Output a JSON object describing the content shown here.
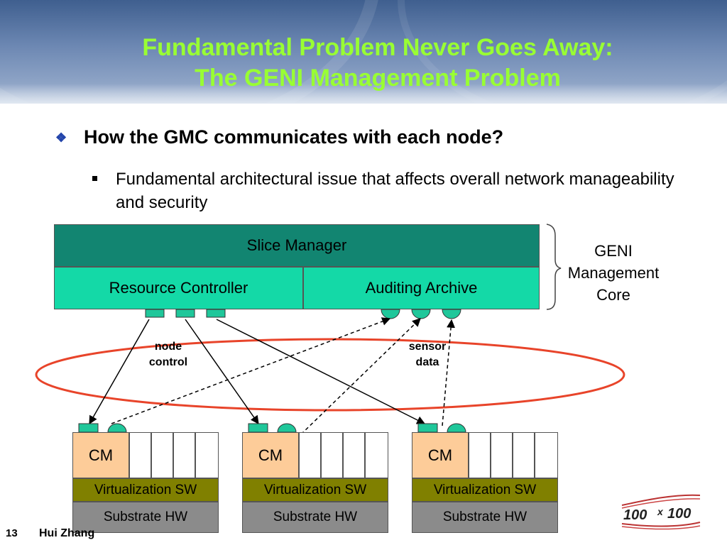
{
  "title": {
    "line1": "Fundamental Problem Never Goes Away:",
    "line2": "The GENI Management Problem"
  },
  "bullets": {
    "main": "How the GMC communicates with each node?",
    "sub": "Fundamental architectural issue that affects overall network manageability and security"
  },
  "diagram": {
    "slice_manager": "Slice Manager",
    "resource_controller": "Resource Controller",
    "auditing_archive": "Auditing Archive",
    "core_label": [
      "GENI",
      "Management",
      "Core"
    ],
    "node_control_label": [
      "node",
      "control"
    ],
    "sensor_data_label": [
      "sensor",
      "data"
    ],
    "nodes": [
      {
        "cm": "CM",
        "virtualization": "Virtualization SW",
        "substrate": "Substrate HW"
      },
      {
        "cm": "CM",
        "virtualization": "Virtualization SW",
        "substrate": "Substrate HW"
      },
      {
        "cm": "CM",
        "virtualization": "Virtualization SW",
        "substrate": "Substrate HW"
      }
    ]
  },
  "footer": {
    "page_number": "13",
    "author": "Hui Zhang"
  },
  "logo": {
    "text_left": "100",
    "text_x": "x",
    "text_right": "100"
  },
  "colors": {
    "title": "#99ff33",
    "slice_manager": "#128571",
    "controller": "#14d9a7",
    "cm": "#fdcc99",
    "virtualization": "#808000",
    "substrate": "#8b8b8b",
    "ellipse": "#e8442a",
    "port": "#1fc79a"
  }
}
